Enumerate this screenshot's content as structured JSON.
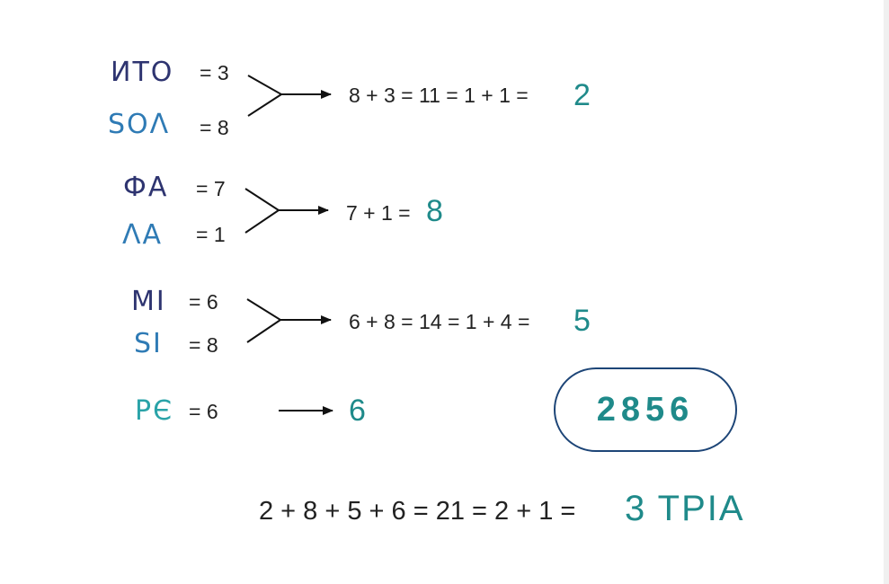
{
  "groups": [
    {
      "items": [
        {
          "word": "ИТО",
          "value": "= 3"
        },
        {
          "word": "ЅOΛ",
          "value": "= 8"
        }
      ],
      "calc": "8 + 3 = 11 = 1 + 1 =",
      "result": "2"
    },
    {
      "items": [
        {
          "word": "ФA",
          "value": "= 7"
        },
        {
          "word": "ΛA",
          "value": "= 1"
        }
      ],
      "calc": "7 + 1 =",
      "result": "8"
    },
    {
      "items": [
        {
          "word": "MI",
          "value": "= 6"
        },
        {
          "word": "ЅI",
          "value": "= 8"
        }
      ],
      "calc": "6 + 8 = 14 = 1 + 4 =",
      "result": "5"
    },
    {
      "items": [
        {
          "word": "PЄ",
          "value": "= 6"
        }
      ],
      "calc": "",
      "result": "6"
    }
  ],
  "number_box": "2856",
  "final": {
    "calc": "2 + 8 + 5 + 6 = 21 = 2 + 1 =",
    "result": "3 TPIA"
  },
  "colors": {
    "navy": "#2e3470",
    "blue": "#2f7bb5",
    "teal": "#2aa3a8",
    "result": "#1f8a8a",
    "box_border": "#1d4577"
  }
}
